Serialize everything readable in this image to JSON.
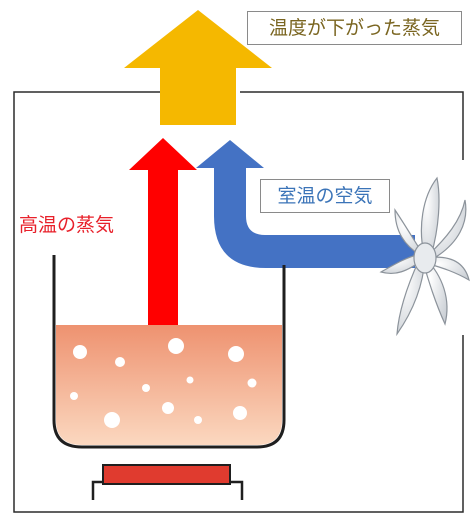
{
  "labels": {
    "cooled_steam": "温度が下がった蒸気",
    "hot_steam": "高温の蒸気",
    "room_air": "室温の空気"
  },
  "colors": {
    "cooled_steam_arrow": "#f5b800",
    "hot_steam_arrow": "#ff0000",
    "room_air_arrow": "#4472c4",
    "liquid": "#f2a07c",
    "heater": "#e03b2f",
    "frame": "#2b2b2b"
  },
  "icons": [
    "fan-icon",
    "bubble-icon",
    "heater-icon"
  ]
}
